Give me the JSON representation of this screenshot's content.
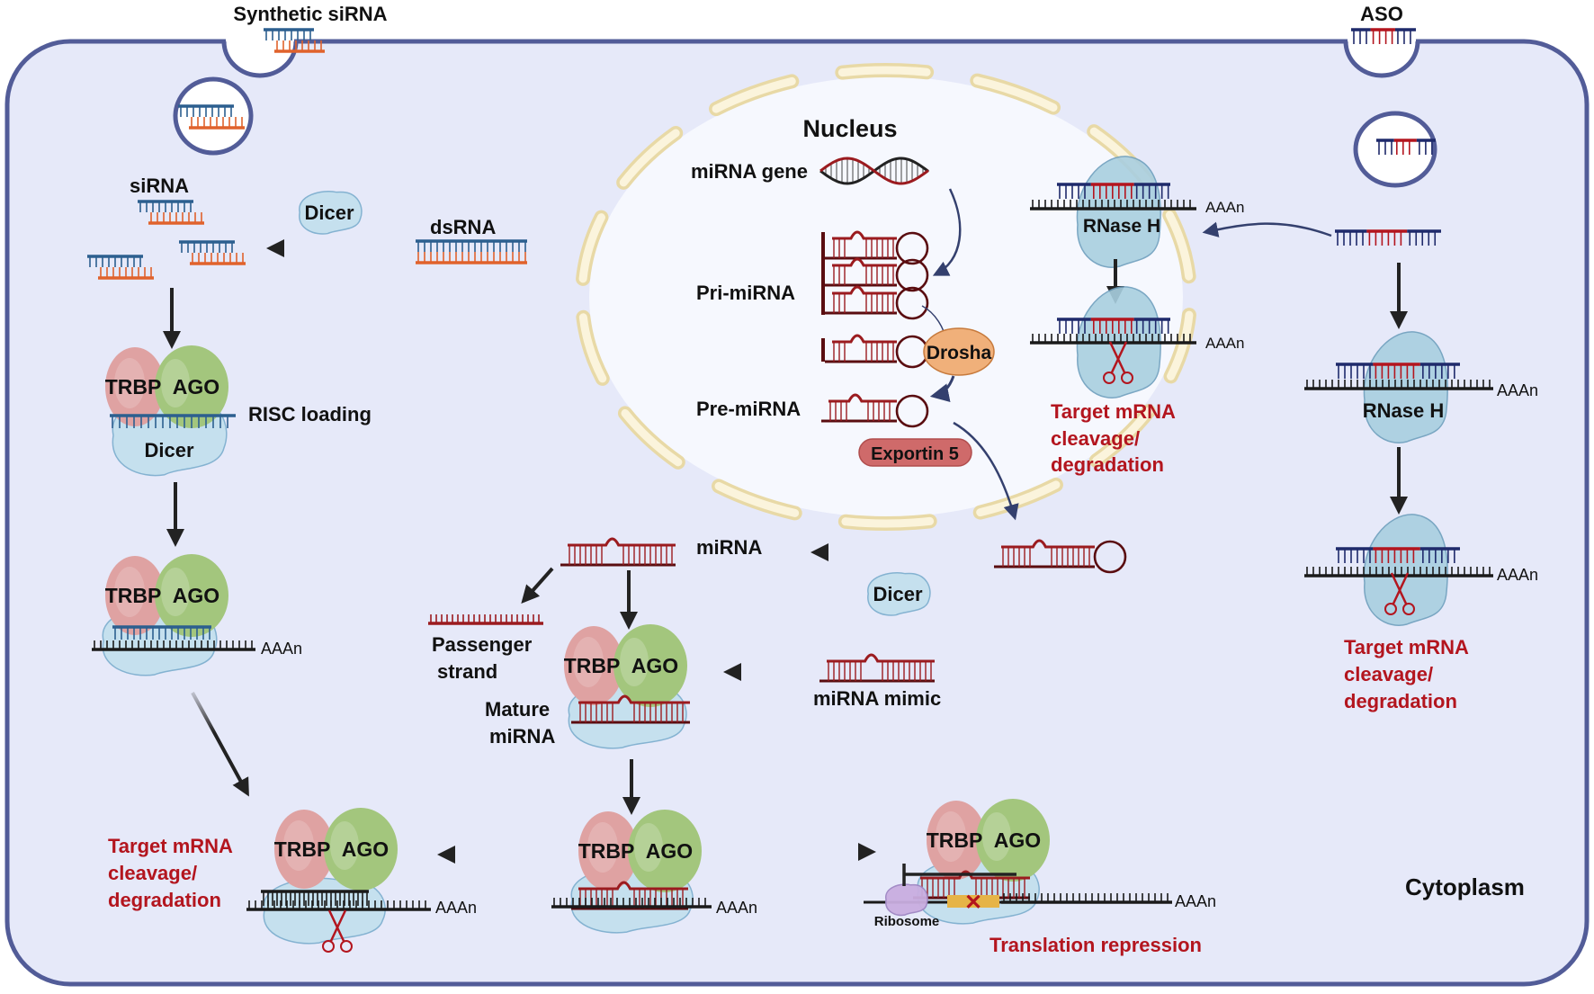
{
  "colors": {
    "cell_fill": "#e6e9f9",
    "cell_border": "#525c98",
    "nucleus_fill": "#f6f8fe",
    "envelope": "#e8d9a6",
    "envelope_inner": "#fbf4dc",
    "sirna_blue": "#2c5f8f",
    "sirna_orange": "#e0622c",
    "aso_navy": "#1f2a6b",
    "aso_red": "#b3151e",
    "mirna_red": "#9b1b1f",
    "mirna_dark": "#5a0d10",
    "mrna_black": "#1a1a1a",
    "trbp": "#dfa2a2",
    "ago": "#a3c67d",
    "dicer": "#c4e0ee",
    "rnaseh": "#a9cfe0",
    "drosha": "#f0b07a",
    "exportin": "#cf6a6a",
    "ribosome": "#c9aee0",
    "orf": "#e6b447",
    "arrow": "#222222",
    "arrow_navy": "#34406e",
    "label_red": "#b3151e"
  },
  "top_labels": {
    "synthetic_sirna": "Synthetic siRNA",
    "aso": "ASO"
  },
  "nucleus": {
    "title": "Nucleus",
    "mirna_gene": "miRNA gene",
    "pri_mirna": "Pri-miRNA",
    "drosha": "Drosha",
    "pre_mirna": "Pre-miRNA",
    "exportin": "Exportin 5",
    "rnase_h": "RNase H",
    "aaan": "AAAn",
    "result": [
      "Target mRNA",
      "cleavage/",
      "degradation"
    ]
  },
  "sirna_pathway": {
    "sirna_label": "siRNA",
    "dicer": "Dicer",
    "dsrna": "dsRNA",
    "trbp": "TRBP",
    "ago": "AGO",
    "risc_loading": "RISC loading",
    "risc_dicer": "Dicer",
    "aaan": "AAAn",
    "result": [
      "Target mRNA",
      "cleavage/",
      "degradation"
    ],
    "result_trbp": "TRBP",
    "result_ago": "AGO",
    "result_aaan": "AAAn"
  },
  "mirna_pathway": {
    "mirna": "miRNA",
    "dicer": "Dicer",
    "passenger": [
      "Passenger",
      "strand"
    ],
    "mature": [
      "Mature",
      "miRNA"
    ],
    "trbp": "TRBP",
    "ago": "AGO",
    "mimic": "miRNA mimic",
    "effector_trbp": "TRBP",
    "effector_ago": "AGO",
    "effector_aaan": "AAAn",
    "repression_trbp": "TRBP",
    "repression_ago": "AGO",
    "repression_aaan": "AAAn",
    "ribosome": "Ribosome",
    "translation_repression": "Translation repression"
  },
  "aso_pathway": {
    "rnase_h": "RNase H",
    "aaan": "AAAn",
    "aaan2": "AAAn",
    "result": [
      "Target mRNA",
      "cleavage/",
      "degradation"
    ]
  },
  "compartment": {
    "cytoplasm": "Cytoplasm"
  }
}
